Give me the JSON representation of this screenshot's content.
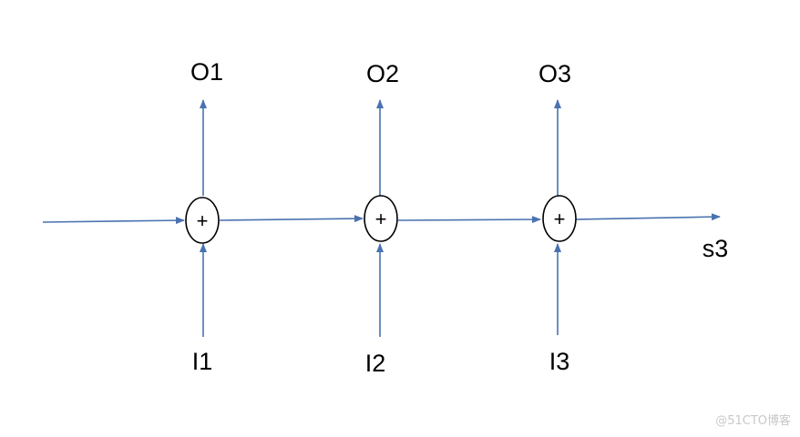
{
  "diagram": {
    "arrow_color": "#4a72b0",
    "node_stroke": "#000000",
    "nodes": [
      {
        "symbol": "+",
        "output": "O1",
        "input": "I1"
      },
      {
        "symbol": "+",
        "output": "O2",
        "input": "I2"
      },
      {
        "symbol": "+",
        "output": "O3",
        "input": "I3"
      }
    ],
    "final_state": "s3"
  },
  "watermark": "@51CTO博客"
}
